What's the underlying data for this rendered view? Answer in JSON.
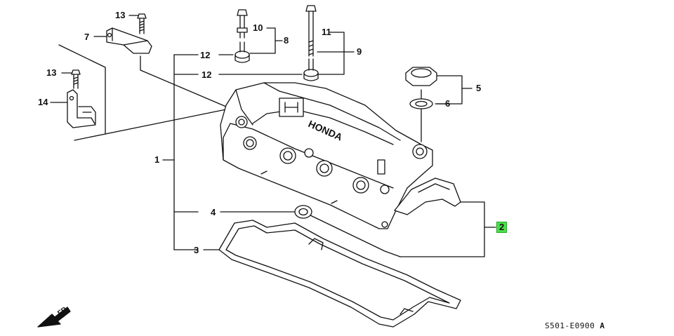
{
  "callouts": {
    "c1": "1",
    "c2": "2",
    "c3": "3",
    "c4": "4",
    "c5": "5",
    "c6": "6",
    "c7": "7",
    "c8": "8",
    "c9": "9",
    "c10": "10",
    "c11": "11",
    "c12a": "12",
    "c12b": "12",
    "c13a": "13",
    "c13b": "13",
    "c14": "14"
  },
  "emblem_text": "HONDA",
  "direction_label": "FR.",
  "diagram_code": "S501-E0900",
  "diagram_code_suffix": "A",
  "colors": {
    "line": "#111111",
    "highlight": "#4ce04c",
    "part_fill": "#ffffff"
  }
}
